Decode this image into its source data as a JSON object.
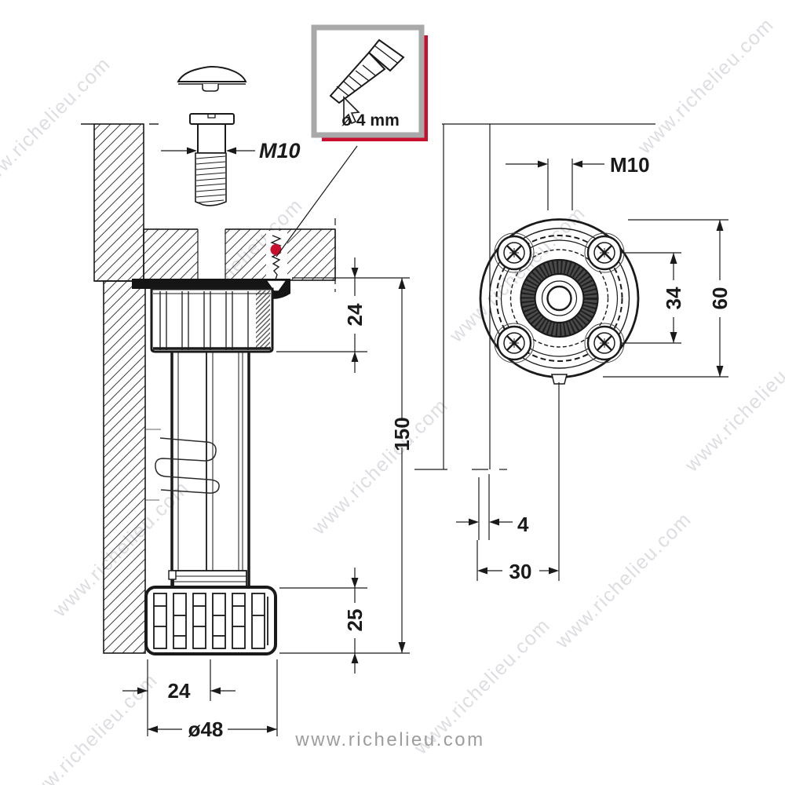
{
  "inset": {
    "label": "ø 4 mm"
  },
  "left_view": {
    "bolt_dim": "M10",
    "collar_height": "24",
    "overall_height": "150",
    "foot_height": "25",
    "setback": "24",
    "foot_diameter": "ø48"
  },
  "top_view": {
    "thread_dim": "M10",
    "screw_spacing": "34",
    "plate_diameter": "60",
    "face_offset": "4",
    "center_distance": "30"
  },
  "watermark": {
    "text": "www.richelieu.com"
  },
  "footer": {
    "url": "www.richelieu.com"
  },
  "colors": {
    "line": "#1a1a1a",
    "accent_red": "#c8102e",
    "inset_border": "#a9a9a9",
    "hatch": "#3f3f3f",
    "watermark": "#c2c2cb",
    "footer_text": "#9d9d9d"
  }
}
